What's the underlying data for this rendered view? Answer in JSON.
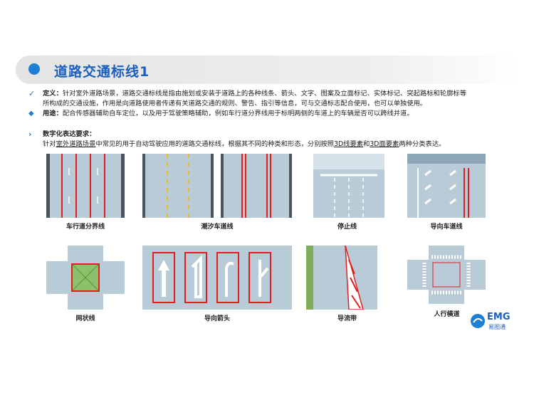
{
  "header": {
    "title": "道路交通标线1"
  },
  "definition": {
    "label": "定义：",
    "line1": "针对室外道路场景，道路交通标线是指由施划或安装于道路上的各种线条、箭头、文字、图案及立面标记、实体标记、突起路标和轮廓标等",
    "line2": "所构成的交通设施，作用是向道路使用者传递有关道路交通的规则、警告、指引等信息，可与交通标志配合使用，也可以单独使用。"
  },
  "usage": {
    "label": "用途：",
    "text": "配合传感器辅助自车定位，以及用于驾驶策略辅助，例如车行道分界线用于标明两侧的车道上的车辆是否可以跨线并道。"
  },
  "requirements": {
    "heading": "数字化表达要求：",
    "p1": "针对",
    "u1": "室外道路场景",
    "p2": "中常见的用于自动驾驶应用的道路交通标线，根据其不同的种类和形态，分别按照",
    "u2": "3D线要素",
    "p3": "和",
    "u3": "3D面要素",
    "p4": "两种分类表达。"
  },
  "captions": {
    "c1": "车行道分界线",
    "c2": "潮汐车道线",
    "c3": "停止线",
    "c4": "导向车道线",
    "c5": "网状线",
    "c6": "导向箭头",
    "c7": "导流带",
    "c8": "人行横道"
  },
  "logo": {
    "brand": "EMG",
    "sub": "易图通"
  },
  "colors": {
    "accent": "#1e7fd6",
    "title": "#1b5fbf",
    "road": "#b9cbd6",
    "red": "#e02020"
  }
}
